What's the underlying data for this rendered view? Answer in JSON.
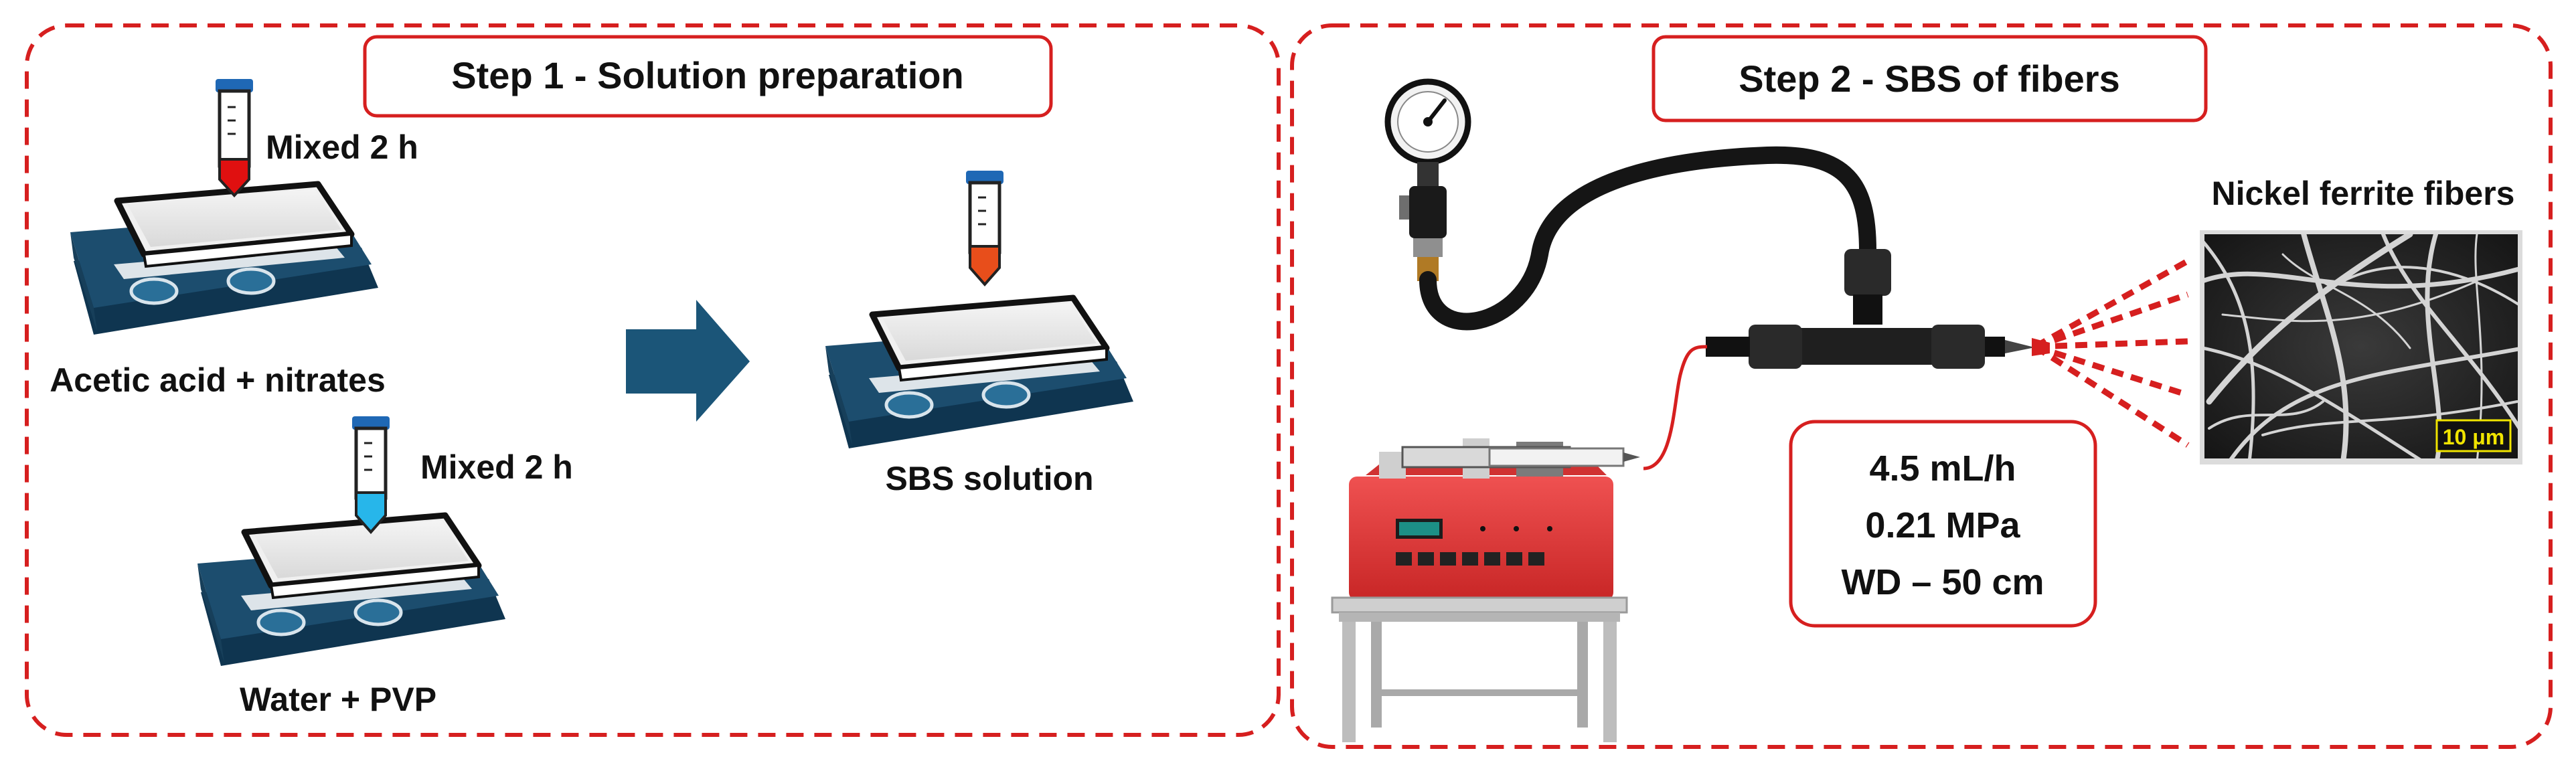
{
  "step1": {
    "title": "Step 1 - Solution preparation",
    "plate_top_label": "Mixed 2 h",
    "plate_top_caption": "Acetic acid + nitrates",
    "plate_bottom_label": "Mixed 2 h",
    "plate_bottom_caption": "Water + PVP",
    "result_caption": "SBS solution"
  },
  "step2": {
    "title": "Step 2 - SBS of fibers",
    "params": [
      "4.5 mL/h",
      "0.21 MPa",
      "WD – 50 cm"
    ],
    "fibers_label": "Nickel ferrite fibers",
    "scale_bar": "10 μm"
  },
  "colors": {
    "accent_red": "#d61f1f",
    "plate_blue": "#1c4d6e",
    "arrow_blue": "#1b5578",
    "tube_red": "#e01010",
    "tube_blue": "#27b6ea",
    "tube_orange": "#e84e1b",
    "pump_red": "#e23a3a"
  },
  "icons": [
    "hot-plate-icon",
    "centrifuge-tube-icon",
    "arrow-right-icon",
    "pressure-gauge-icon",
    "syringe-pump-icon",
    "nozzle-icon",
    "sem-image"
  ]
}
